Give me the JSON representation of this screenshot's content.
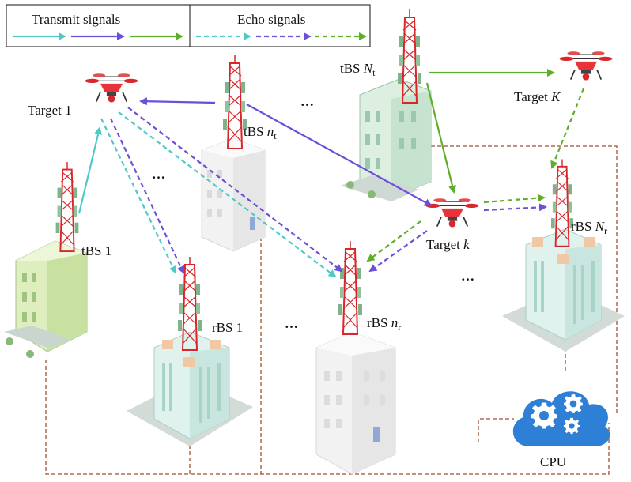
{
  "legend": {
    "transmit_title": "Transmit signals",
    "echo_title": "Echo signals",
    "colors": [
      "#4fc9c8",
      "#6a4fd8",
      "#5fae2a"
    ]
  },
  "labels": {
    "target1": "Target 1",
    "targetK": "Target K",
    "targetk": "Target  k",
    "tbs1": "tBS 1",
    "tbsN_main": "tBS N",
    "tbsN_sub": "t",
    "tbsn_main": "tBS n",
    "tbsn_sub": "t",
    "rbs1": "rBS 1",
    "rbsn_main": "rBS n",
    "rbsn_sub": "r",
    "rbsN_main": "rBS N",
    "rbsN_sub": "r",
    "cpu": "CPU",
    "ellipsis": "…"
  },
  "colors": {
    "cyan": "#4fc9c8",
    "purple": "#6a4fd8",
    "green": "#5fae2a",
    "backhaul": "#a0522d",
    "tower_red": "#d8262a",
    "cloud_blue": "#2e7fd6"
  }
}
